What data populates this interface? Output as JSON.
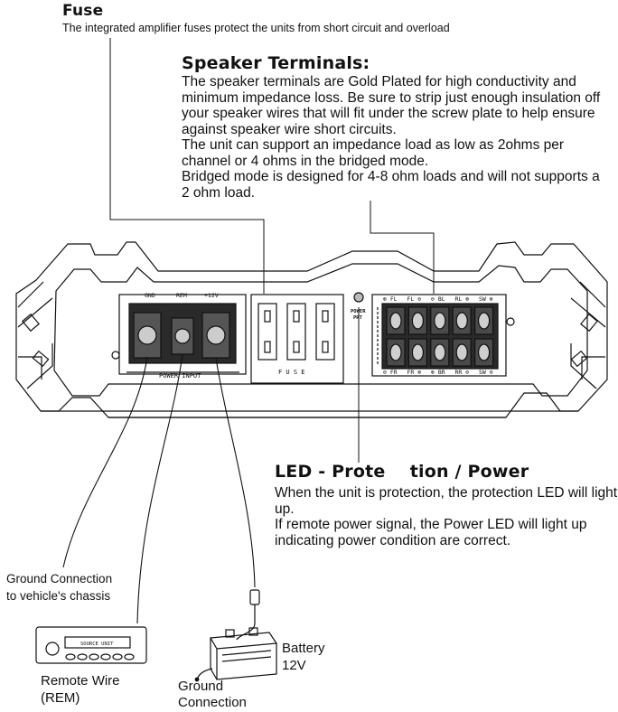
{
  "fuse": {
    "title": "Fuse",
    "description": "The integrated amplifier fuses protect the units from short circuit and overload"
  },
  "speaker_terminals": {
    "title": "Speaker Terminals:",
    "paragraphs": [
      "The speaker terminals are Gold Plated for high conductivity and minimum impedance loss.  Be sure to strip just enough insulation off your speaker wires that will fit under the screw plate to help ensure against speaker wire short circuits.",
      "The unit can support an impedance load as low as 2ohms per channel or 4 ohms in the bridged mode.",
      "Bridged mode is designed for 4-8 ohm loads and will not supports a 2 ohm load."
    ]
  },
  "led": {
    "title": "LED - Prote    tion / Power",
    "paragraphs": [
      "When the unit is protection, the protection LED will light up.",
      "If remote power signal, the Power LED will light up indicating power condition are correct."
    ]
  },
  "amp_labels": {
    "gnd": "GND",
    "rem": "REM",
    "v12": "+12V",
    "power_input": "POWER INPUT",
    "fuse": "F  U  S  E",
    "led_power": "POWER",
    "led_prot": "PRT",
    "top_terminals": [
      "⊕ FL",
      "FL ⊖",
      "⊖ BL",
      "RL ⊕",
      "SW ⊕"
    ],
    "bottom_terminals": [
      "⊖ FR",
      "FR ⊕",
      "⊕ BR",
      "RR ⊖",
      "SW ⊖"
    ]
  },
  "head_unit": {
    "label": "SOURCE UNIT"
  },
  "captions": {
    "ground_chassis_1": "Ground  Connection",
    "ground_chassis_2": "to vehicle's chassis",
    "remote_1": "Remote Wire",
    "remote_2": "(REM)",
    "ground_1": "Ground",
    "ground_2": "Connection",
    "battery_1": "Battery",
    "battery_2": "12V"
  }
}
